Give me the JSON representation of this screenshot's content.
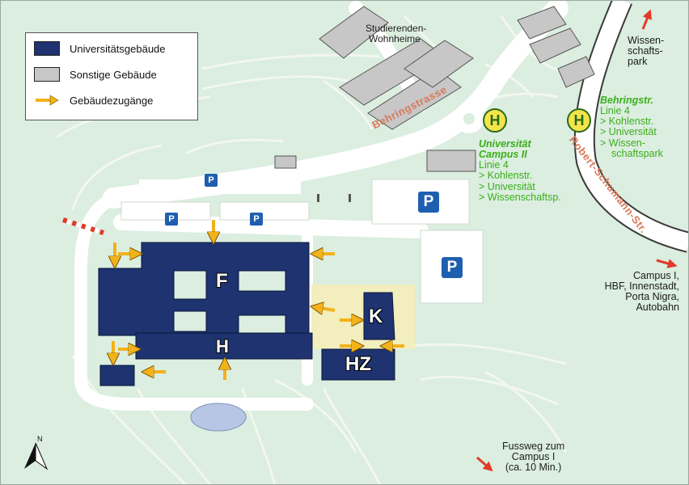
{
  "legend": {
    "university_buildings": "Universitätsgebäude",
    "other_buildings": "Sonstige Gebäude",
    "building_entrances": "Gebäudezugänge"
  },
  "labels": {
    "dorms_line1": "Studierenden-",
    "dorms_line2": "Wohnheime",
    "science_park_line1": "Wissen-",
    "science_park_line2": "schafts-",
    "science_park_line3": "park",
    "behringstrasse": "Behringstrasse",
    "robert_schumann": "Robert-Schumann-Str.",
    "campus_dest_line1": "Campus I,",
    "campus_dest_line2": "HBF, Innenstadt,",
    "campus_dest_line3": "Porta Nigra,",
    "campus_dest_line4": "Autobahn",
    "footpath_line1": "Fussweg zum",
    "footpath_line2": "Campus I",
    "footpath_line3": "(ca. 10 Min.)"
  },
  "bus_stops": {
    "stop_symbol": "H",
    "campus2": {
      "name_line1": "Universität",
      "name_line2": "Campus II",
      "line": "Linie 4",
      "dest1": "> Kohlenstr.",
      "dest2": "> Universität",
      "dest3": "> Wissenschaftsp."
    },
    "behring": {
      "name": "Behringstr.",
      "line": "Linie 4",
      "dest1": "> Kohlenstr.",
      "dest2": "> Universität",
      "dest3": "> Wissen-",
      "dest4": "schaftspark"
    }
  },
  "buildings": {
    "f": "F",
    "h": "H",
    "k": "K",
    "hz": "HZ"
  },
  "parking_symbol": "P",
  "colors": {
    "background": "#dbeee0",
    "university_building": "#1e3370",
    "other_building": "#c7c7c7",
    "entrance_arrow": "#f2b21a",
    "bus_stop_text": "#3cae1c",
    "street_label": "#d8795a",
    "parking": "#1f5fb0",
    "yard": "#f2eebe"
  }
}
